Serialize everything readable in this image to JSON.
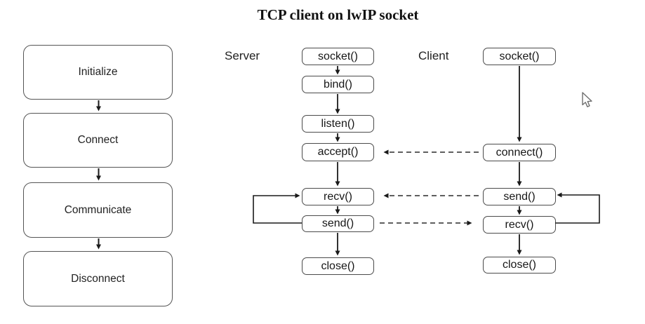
{
  "title": "TCP client on lwIP socket",
  "flowchart": {
    "steps": [
      "Initialize",
      "Connect",
      "Communicate",
      "Disconnect"
    ]
  },
  "sequence": {
    "server_label": "Server",
    "client_label": "Client",
    "server_steps": [
      "socket()",
      "bind()",
      "listen()",
      "accept()",
      "recv()",
      "send()",
      "close()"
    ],
    "client_steps": [
      "socket()",
      "connect()",
      "send()",
      "recv()",
      "close()"
    ]
  },
  "colors": {
    "background": "#ffffff",
    "box_border": "#4a4a4a",
    "flowchart_border": "#555555",
    "text": "#1a1a1a",
    "arrow": "#1a1a1a",
    "cursor_outline": "#6e6e6e"
  }
}
